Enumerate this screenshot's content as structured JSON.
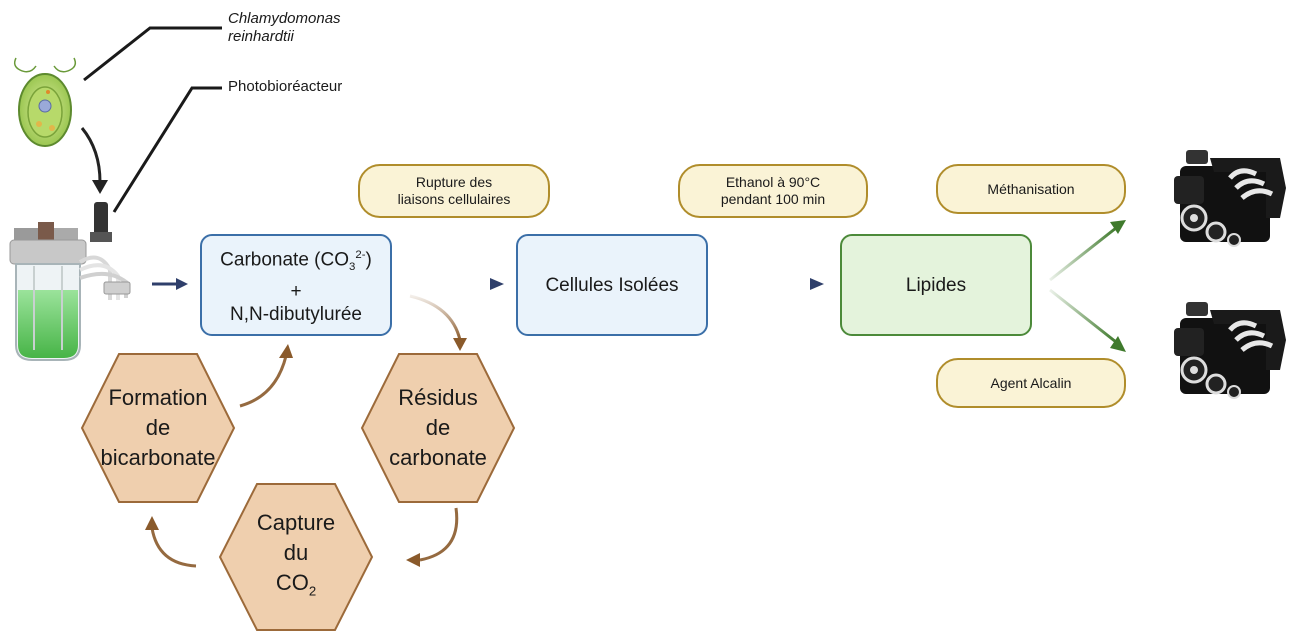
{
  "labels": {
    "organism_line1": "Chlamydomonas",
    "organism_line2": "reinhardtii",
    "reactor": "Photobioréacteur"
  },
  "conditions": {
    "rupture_line1": "Rupture des",
    "rupture_line2": "liaisons cellulaires",
    "ethanol_line1": "Ethanol à 90°C",
    "ethanol_line2": "pendant 100 min",
    "methanisation": "Méthanisation",
    "alkaline": "Agent Alcalin"
  },
  "boxes": {
    "carbonate_prefix": "Carbonate (CO",
    "carbonate_sub": "3",
    "carbonate_sup": "2-",
    "carbonate_suffix": ")",
    "plus": "+",
    "urea": "N,N-dibutylurée",
    "cells": "Cellules Isolées",
    "lipids": "Lipides"
  },
  "cycle": {
    "formation_line1": "Formation",
    "formation_line2": "de",
    "formation_line3": "bicarbonate",
    "residues_line1": "Résidus",
    "residues_line2": "de",
    "residues_line3": "carbonate",
    "capture_line1": "Capture",
    "capture_line2": "du",
    "capture_line3_prefix": "CO",
    "capture_line3_sub": "2"
  },
  "colors": {
    "main_arrow": "#2f3f6b",
    "cycle_arrow": "#8a5a2b",
    "product_arrow": "#3f7a2c",
    "hex_fill": "#efcfae",
    "hex_stroke": "#9c6a3a",
    "pill_fill": "#faf3d6",
    "pill_stroke": "#b08d2b"
  },
  "icons": {
    "organism": "microalgae-cell-icon",
    "reactor": "photobioreactor-icon",
    "engine": "engine-block-icon"
  }
}
